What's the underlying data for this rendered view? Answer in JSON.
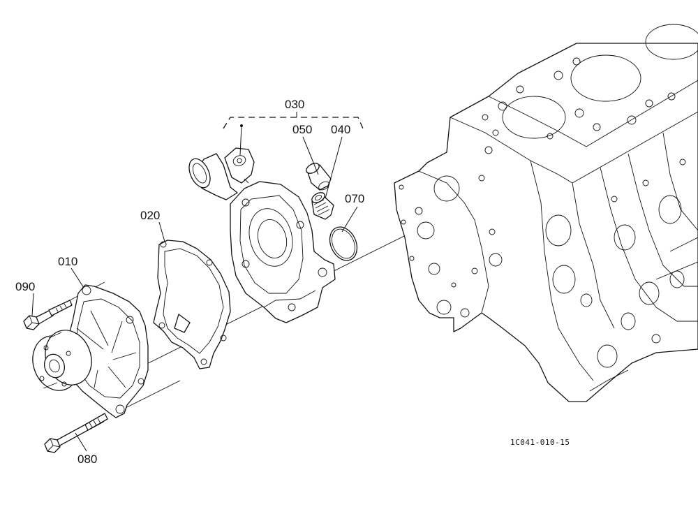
{
  "drawing_code": "1C041-010-15",
  "parts": {
    "p010": "010",
    "p020": "020",
    "p030": "030",
    "p040": "040",
    "p050": "050",
    "p070": "070",
    "p080": "080",
    "p090": "090"
  }
}
